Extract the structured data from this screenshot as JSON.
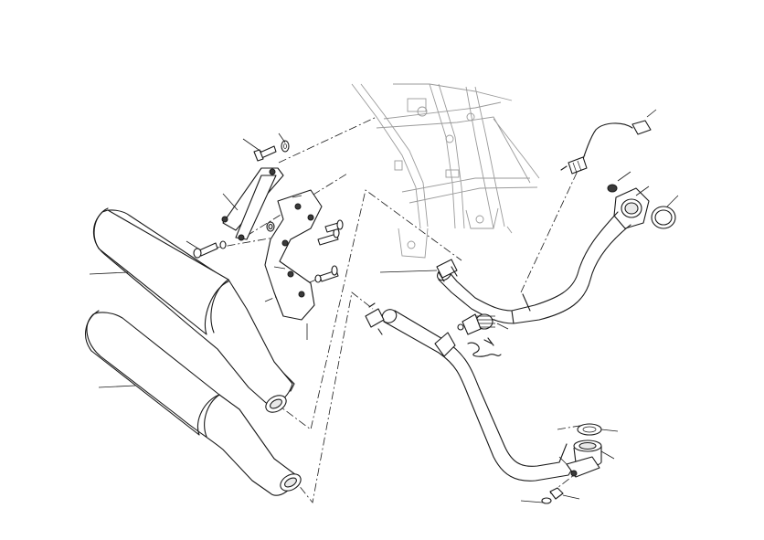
{
  "diagram": {
    "line_color": "#1a1a1a",
    "frame_color": "#9a9a9a",
    "background": "#ffffff",
    "parts": [
      "frame-section",
      "oxygen-sensor",
      "exhaust-flange",
      "flange-gasket",
      "rear-exhaust-pipe",
      "front-exhaust-pipe",
      "pipe-clamp",
      "muffler-upper",
      "muffler-lower",
      "heat-shield-bracket",
      "muffler-hanger",
      "mounting-bolt",
      "washer",
      "spring",
      "bottom-flange",
      "nut"
    ]
  }
}
